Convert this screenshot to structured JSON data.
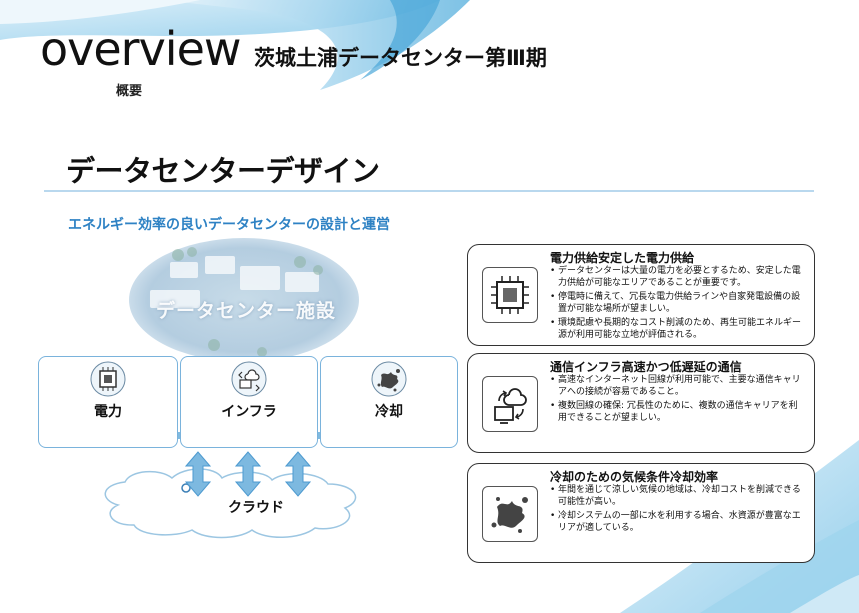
{
  "header": {
    "overview": "overview",
    "overview_sub": "概要",
    "project_title": "茨城土浦データセンター第Ⅲ期"
  },
  "page_title": "データセンターデザイン",
  "subtitle": "エネルギー効率の良いデータセンターの設計と運営",
  "facility_label": "データセンター施設",
  "pillars": [
    {
      "label": "電力",
      "icon": "cpu-chip-icon"
    },
    {
      "label": "インフラ",
      "icon": "cloud-sync-icon"
    },
    {
      "label": "冷却",
      "icon": "splash-icon"
    }
  ],
  "cloud_label": "クラウド",
  "cards": [
    {
      "title": "電力供給安定した電力供給",
      "icon": "cpu-chip-icon",
      "bullets": [
        "データセンターは大量の電力を必要とするため、安定した電力供給が可能なエリアであることが重要です。",
        "停電時に備えて、冗長な電力供給ラインや自家発電設備の設置が可能な場所が望ましい。",
        "環境配慮や長期的なコスト削減のため、再生可能エネルギー源が利用可能な立地が評価される。"
      ]
    },
    {
      "title": "通信インフラ高速かつ低遅延の通信",
      "icon": "cloud-sync-icon",
      "bullets": [
        "高速なインターネット回線が利用可能で、主要な通信キャリアへの接続が容易であること。",
        "複数回線の確保: 冗長性のために、複数の通信キャリアを利用できることが望ましい。"
      ]
    },
    {
      "title": "冷却のための気候条件冷却効率",
      "icon": "splash-icon",
      "bullets": [
        "年間を通じて涼しい気候の地域は、冷却コストを削減できる可能性が高い。",
        "冷却システムの一部に水を利用する場合、水資源が豊富なエリアが適している。"
      ]
    }
  ],
  "colors": {
    "accent": "#2e82c4",
    "rule": "#b9d8ee",
    "pillar_border": "#7ab3dc"
  }
}
